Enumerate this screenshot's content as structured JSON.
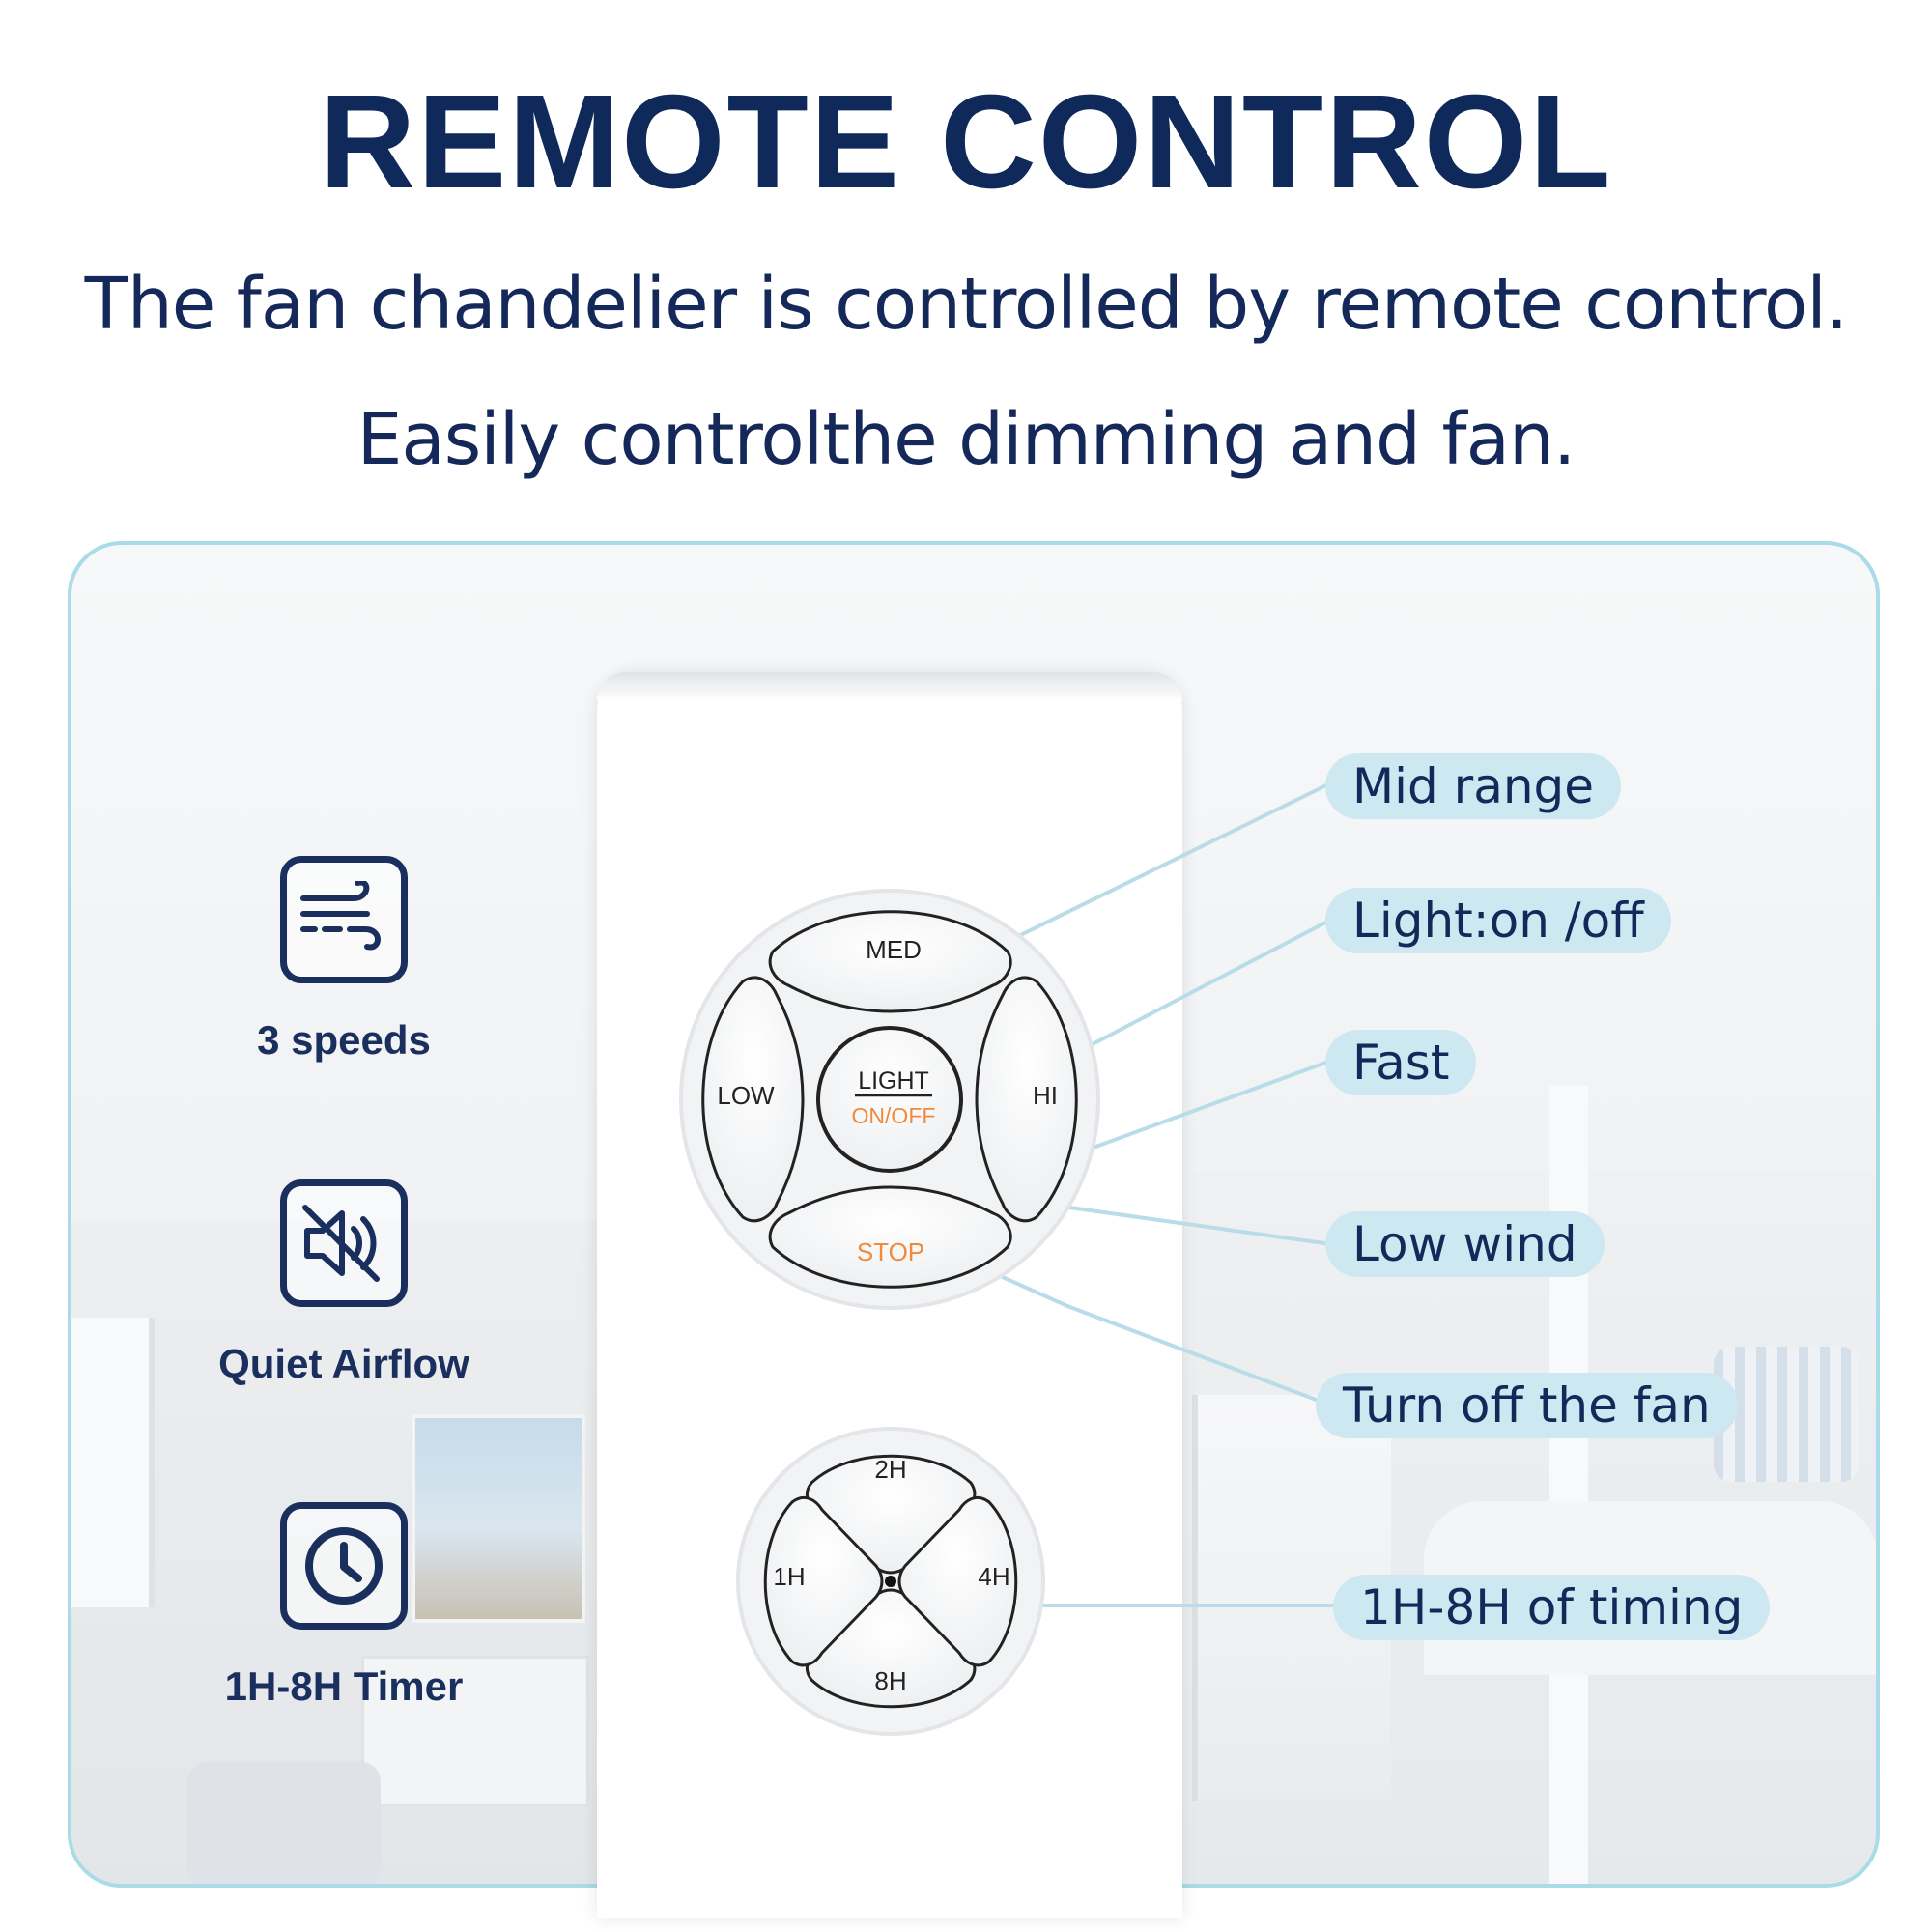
{
  "title": "REMOTE CONTROL",
  "subtitle_lines": [
    "The fan chandelier is controlled by remote control.",
    "Easily controlthe dimming and fan."
  ],
  "features": [
    {
      "label": "3 speeds",
      "icon": "wind-icon"
    },
    {
      "label": "Quiet Airflow",
      "icon": "mute-speaker-icon"
    },
    {
      "label": "1H-8H Timer",
      "icon": "clock-icon"
    }
  ],
  "remote": {
    "med": "MED",
    "low": "LOW",
    "hi": "HI",
    "light": "LIGHT",
    "onoff": "ON/OFF",
    "stop": "STOP",
    "t1h": "1H",
    "t2h": "2H",
    "t4h": "4H",
    "t8h": "8H"
  },
  "callouts": [
    "Mid range",
    "Light:on /off",
    "Fast",
    "Low wind",
    "Turn off the fan",
    "1H-8H of timing"
  ],
  "colors": {
    "title": "#0f2a5a",
    "callout_bg": "#cde8f1",
    "accent_orange": "#f08a3c",
    "panel_border": "#a9dbe8"
  }
}
